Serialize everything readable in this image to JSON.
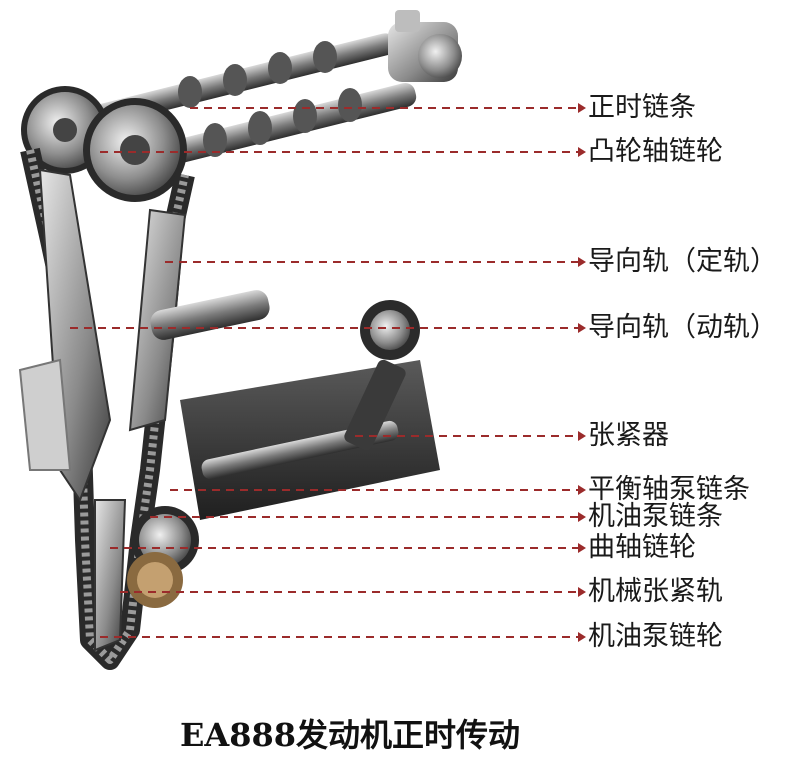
{
  "labels": [
    "正时链条",
    "凸轮轴链轮",
    "导向轨（定轨）",
    "导向轨（动轨）",
    "张紧器",
    "平衡轴泵链条",
    "机油泵链条",
    "曲轴链轮",
    "机械张紧轨",
    "机油泵链轮"
  ],
  "caption": "EA888发动机正时传动",
  "colors": {
    "leader_line": "#9b2b2b",
    "metal_dark": "#3a3a3a",
    "metal_mid": "#6b6b6b",
    "metal_light": "#bdbdbd",
    "text": "#1a1a1a"
  }
}
